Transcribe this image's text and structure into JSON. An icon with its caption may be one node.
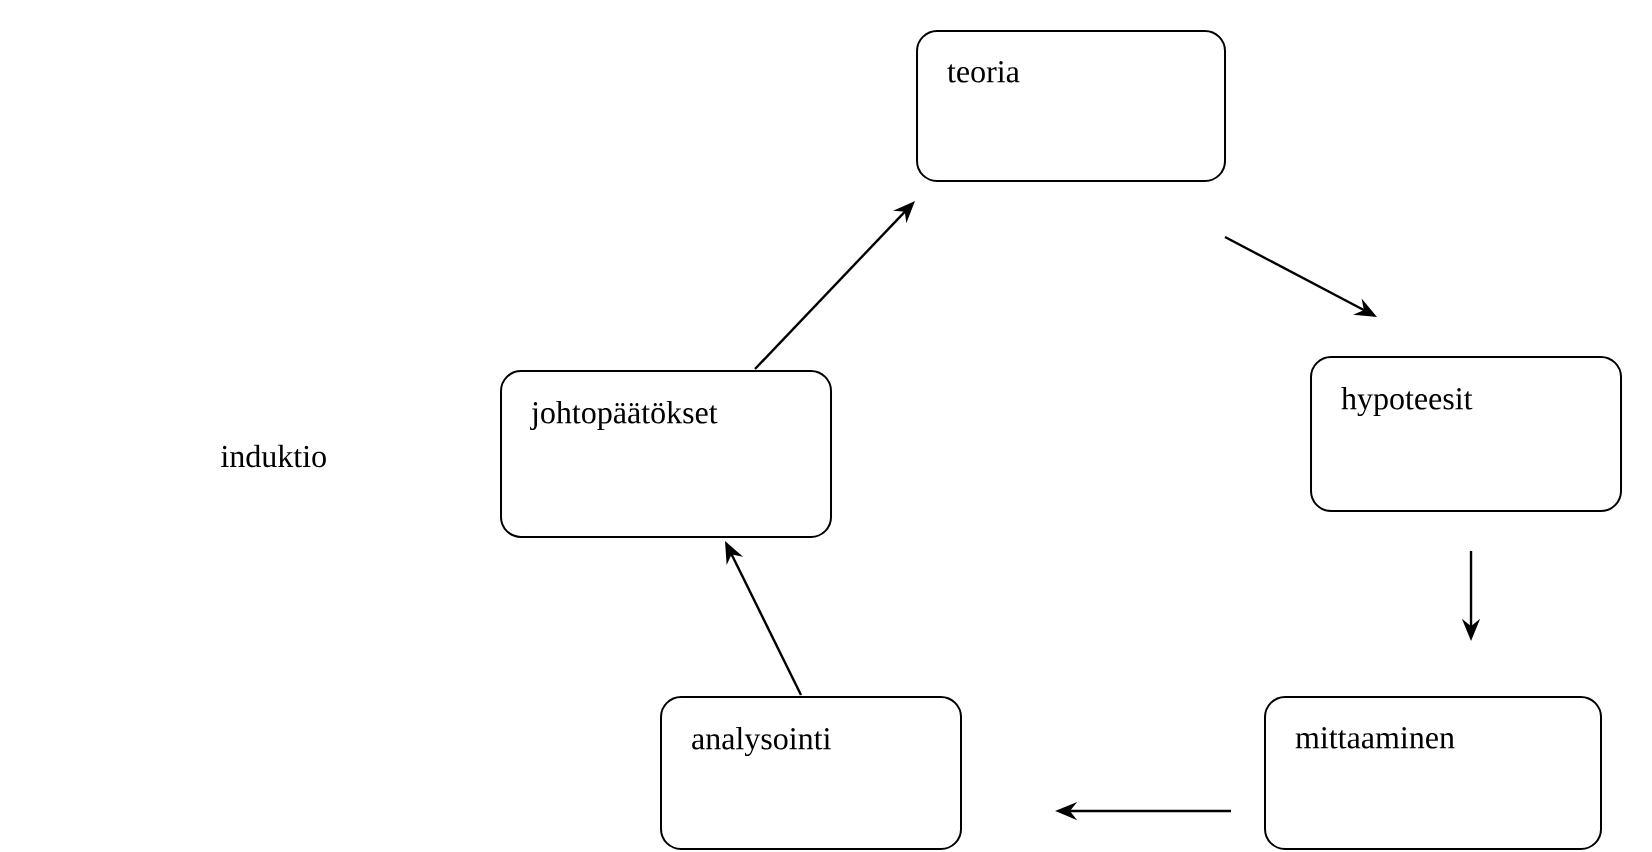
{
  "diagram": {
    "nodes": [
      {
        "text": [
          "teoria"
        ]
      },
      {
        "text": [
          "hypoteesit"
        ]
      },
      {
        "text": [
          "mittaaminen"
        ]
      },
      {
        "text": [
          "analysointi"
        ]
      },
      {
        "text": [
          "johtopäätökset"
        ]
      }
    ],
    "edges": [
      {
        "from": 0,
        "to": 1,
        "arrow": "to"
      },
      {
        "from": 1,
        "to": 2,
        "arrow": "to"
      },
      {
        "from": 2,
        "to": 3,
        "arrow": "to"
      },
      {
        "from": 3,
        "to": 4,
        "arrow": "to"
      },
      {
        "from": 4,
        "to": 0,
        "arrow": "to"
      }
    ],
    "labels": [
      "induktio"
    ]
  }
}
